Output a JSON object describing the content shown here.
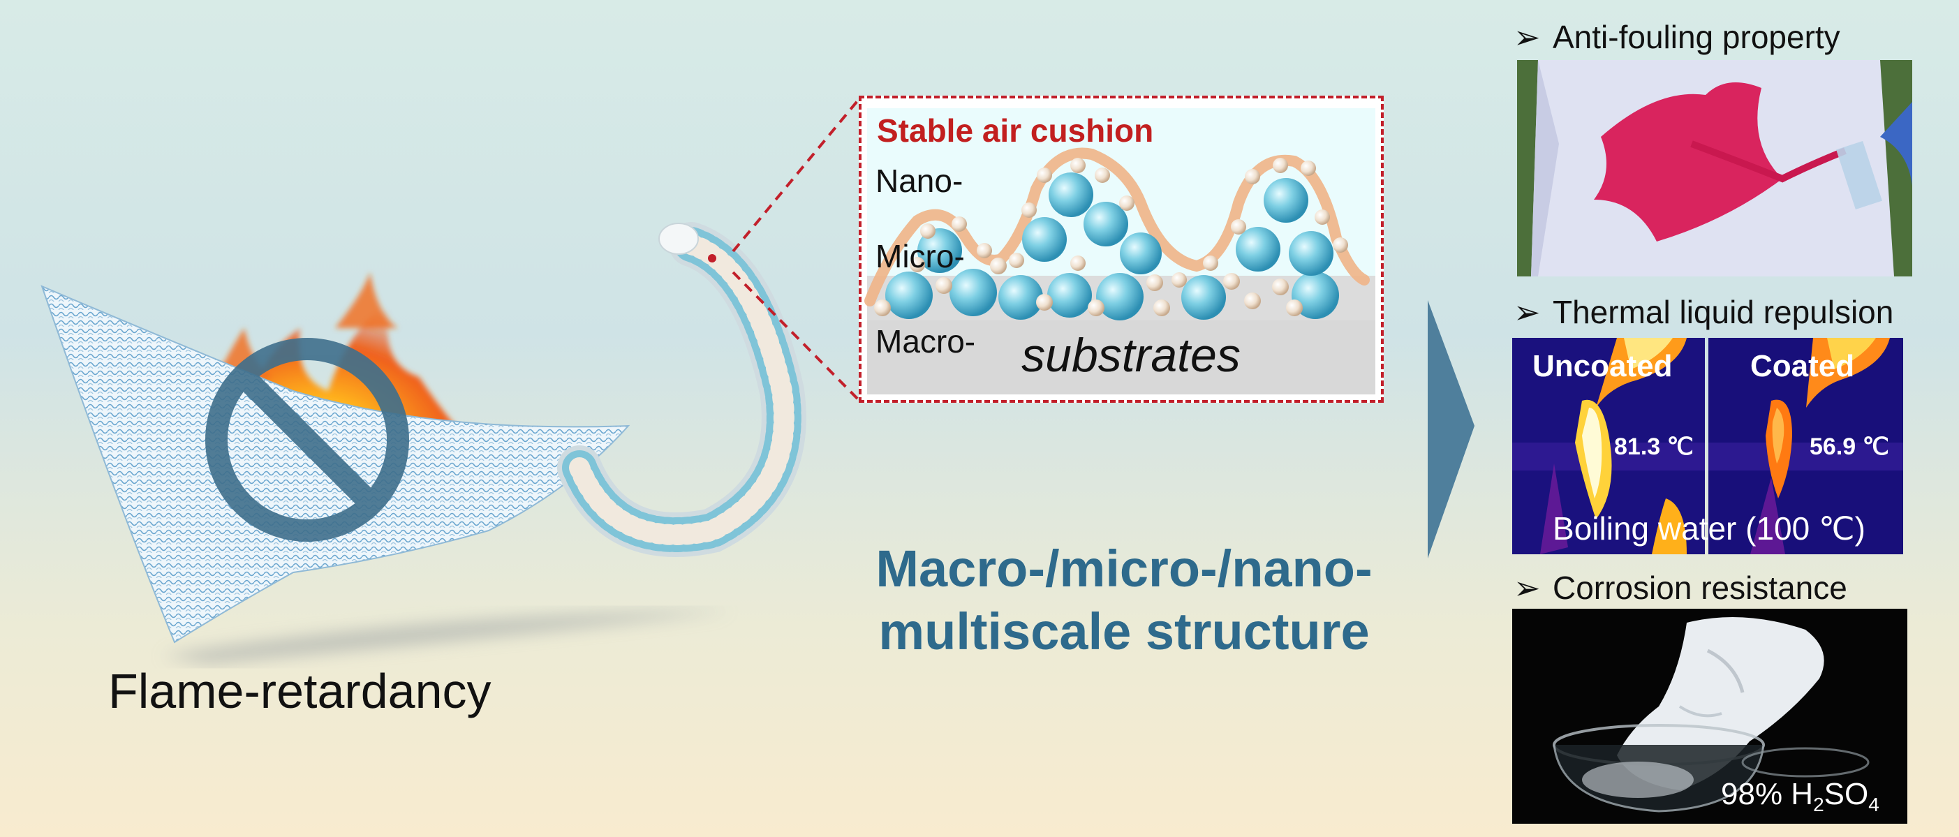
{
  "left": {
    "flame_label": "Flame-retardancy"
  },
  "center": {
    "title_line1": "Macro-/micro-/nano-",
    "title_line2": "multiscale structure"
  },
  "inset": {
    "title": "Stable air cushion",
    "nano_label": "Nano-",
    "micro_label": "Micro-",
    "macro_label": "Macro-",
    "substrate_label": "substrates"
  },
  "right": {
    "bullet1": "Anti-fouling property",
    "bullet2": "Thermal liquid repulsion",
    "bullet3": "Corrosion resistance",
    "uncoated_label": "Uncoated",
    "coated_label": "Coated",
    "uncoated_temp": "81.3 ℃",
    "coated_temp": "56.9 ℃",
    "boiling_label": "Boiling water (100 ℃)",
    "acid_prefix": "98% H",
    "acid_sub1": "2",
    "acid_mid": "SO",
    "acid_sub2": "4",
    "arrow_symbol": "➢"
  },
  "colors": {
    "title_blue": "#2e6a8c",
    "inset_red": "#c21f2a",
    "arrow_blue": "#4f7f9c",
    "no_sign": "#3f6f8c"
  }
}
